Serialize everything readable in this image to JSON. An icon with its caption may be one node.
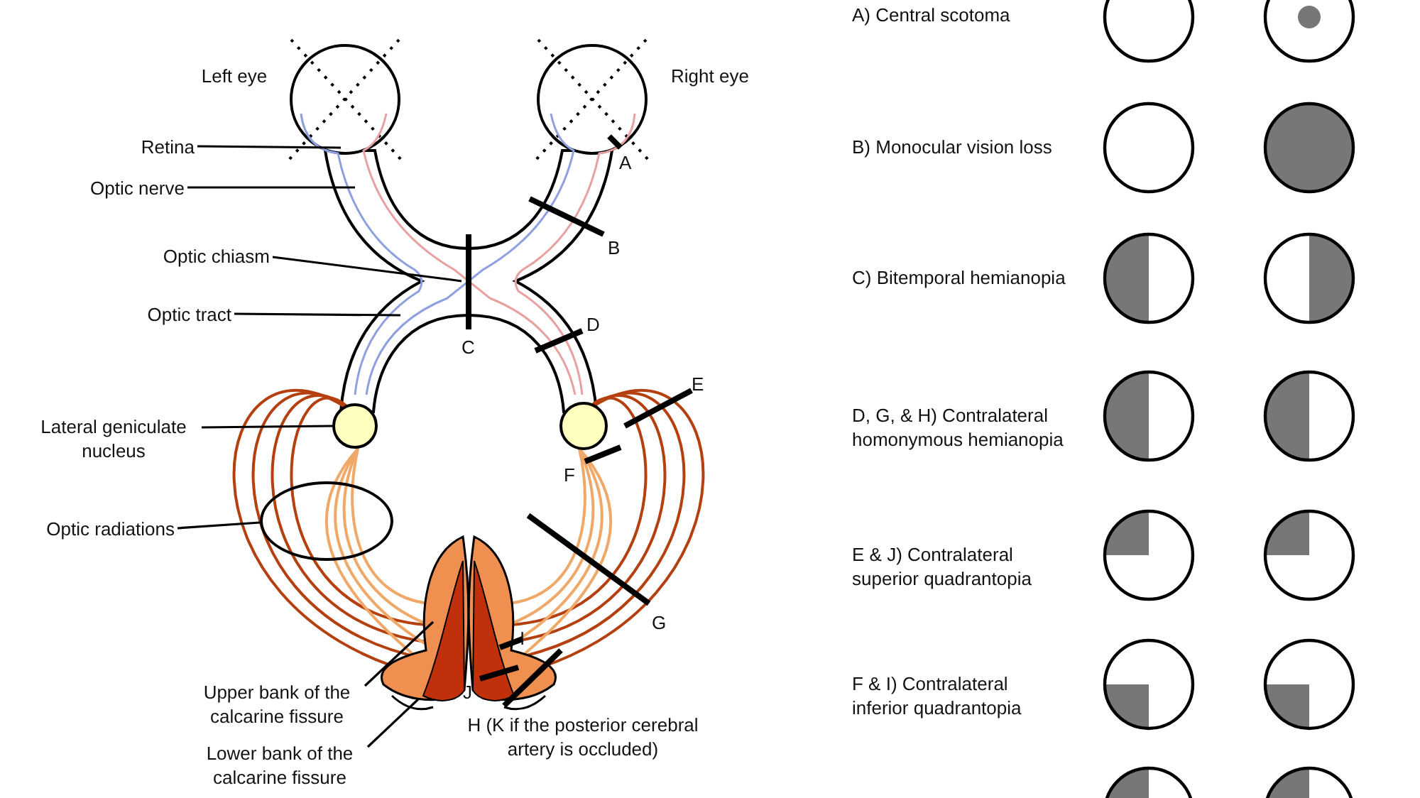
{
  "diagram": {
    "nodes": [
      {
        "text": [
          "Retina"
        ]
      },
      {
        "text": [
          "Optic nerve"
        ]
      },
      {
        "text": [
          "Optic chiasm"
        ]
      },
      {
        "text": [
          "Optic tract"
        ]
      },
      {
        "text": [
          "Lateral geniculate nucleus"
        ]
      },
      {
        "text": [],
        "shape": "circle"
      },
      {
        "text": [
          "Optic radiations"
        ]
      },
      {
        "text": [],
        "shape": "circle"
      },
      {
        "text": [
          "Upper bank of the calcarine fissure"
        ]
      },
      {
        "text": [
          "Lower bank of the calcarine fissure"
        ]
      }
    ],
    "edges": [
      {
        "from": 0,
        "to": null,
        "arrow": "none"
      },
      {
        "from": 1,
        "to": null,
        "arrow": "none"
      },
      {
        "from": 2,
        "to": null,
        "arrow": "none"
      },
      {
        "from": 3,
        "to": null,
        "arrow": "none"
      },
      {
        "from": 4,
        "to": 5,
        "arrow": "none"
      },
      {
        "from": 6,
        "to": 7,
        "arrow": "none"
      },
      {
        "from": 8,
        "to": null,
        "arrow": "none"
      },
      {
        "from": 9,
        "to": null,
        "arrow": "none"
      }
    ],
    "labels": [
      "Left eye",
      "Right eye",
      "A",
      "B",
      "C",
      "D",
      "E",
      "F",
      "G",
      "I",
      "J",
      "H (K if the posterior cerebral artery is occluded)",
      "A) Central scotoma",
      "B) Monocular vision loss",
      "C) Bitemporal hemianopia",
      "D, G, & H) Contralateral homonymous hemianopia",
      "E & J) Contralateral superior quadrantopia",
      "F & I) Contralateral inferior quadrantopia"
    ]
  }
}
